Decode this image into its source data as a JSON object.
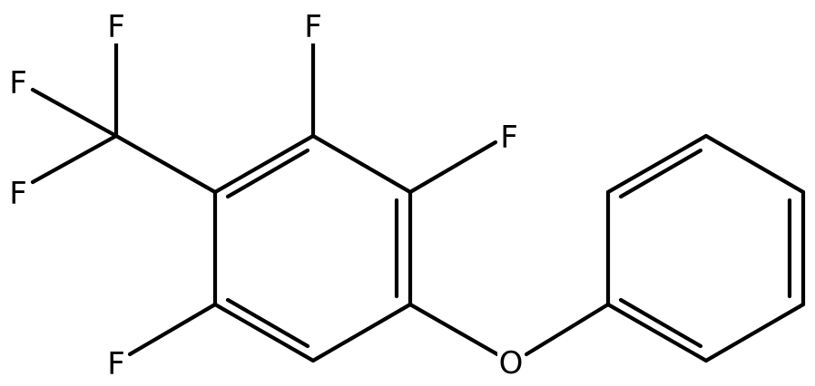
{
  "molecule": {
    "atoms": {
      "f_cf3_top": "F",
      "f_cf3_left": "F",
      "f_cf3_bottom": "F",
      "f_ring_top": "F",
      "f_ring_right": "F",
      "f_ring_bottom": "F",
      "o_ether": "O"
    }
  }
}
